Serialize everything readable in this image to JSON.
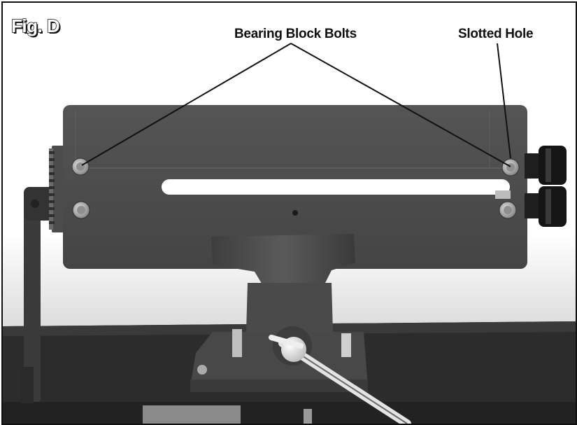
{
  "figure": {
    "label": "Fig. D"
  },
  "callouts": {
    "bearing_block_bolts": "Bearing Block Bolts",
    "slotted_hole": "Slotted Hole"
  },
  "colors": {
    "plate": "#4a4a4a",
    "background_top": "#ffffff",
    "background_bottom": "#bdbdbd",
    "vise": "#4f4f4f",
    "table": "#2a2a2a",
    "leader": "#111111"
  }
}
